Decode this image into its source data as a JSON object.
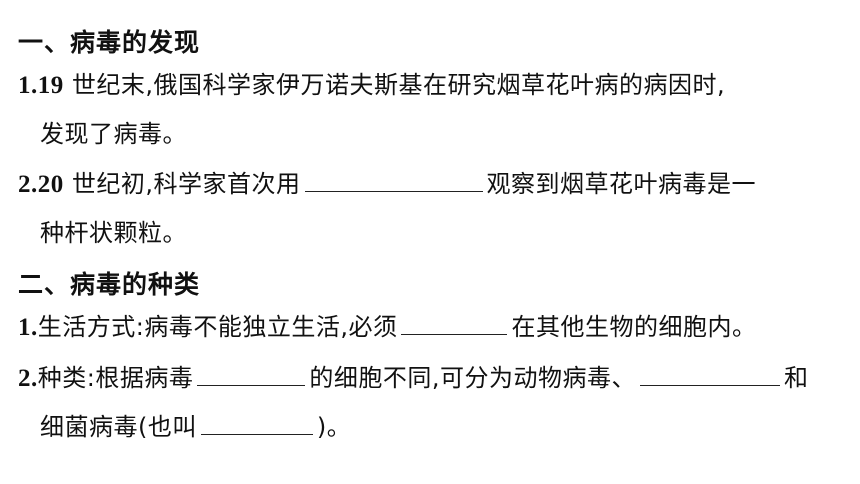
{
  "section1": {
    "title": "一、病毒的发现",
    "item1": {
      "num": "1.19",
      "line1": " 世纪末,俄国科学家伊万诺夫斯基在研究烟草花叶病的病因时,",
      "line2": "发现了病毒。"
    },
    "item2": {
      "num": "2.20",
      "part1": " 世纪初,科学家首次用",
      "part2": "观察到烟草花叶病毒是一",
      "line2": "种杆状颗粒。"
    }
  },
  "section2": {
    "title": "二、病毒的种类",
    "item1": {
      "num": "1.",
      "part1": "生活方式:病毒不能独立生活,必须",
      "part2": "在其他生物的细胞内。"
    },
    "item2": {
      "num": "2.",
      "part1": "种类:根据病毒",
      "part2": "的细胞不同,可分为动物病毒、",
      "part3": "和",
      "line2a": "细菌病毒(也叫",
      "line2b": ")。"
    }
  }
}
